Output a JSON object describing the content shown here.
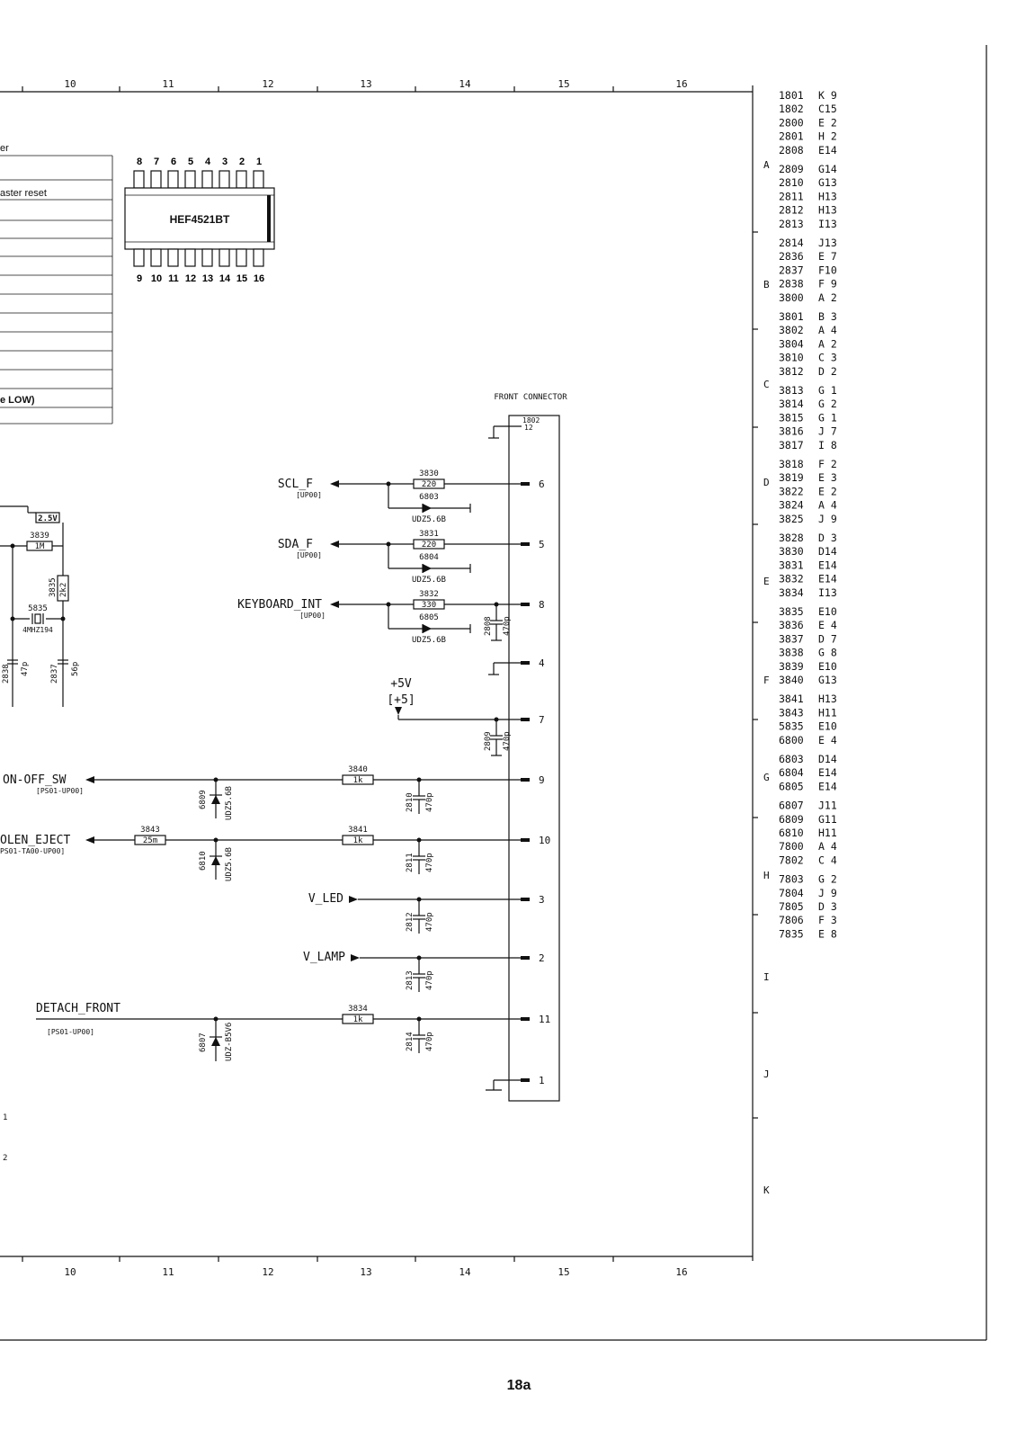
{
  "column_numbers": [
    "10",
    "11",
    "12",
    "13",
    "14",
    "15",
    "16"
  ],
  "row_letters": [
    "A",
    "B",
    "C",
    "D",
    "E",
    "F",
    "G",
    "H",
    "I",
    "J",
    "K"
  ],
  "page_number": "18a",
  "table_fragments": {
    "row1": "er",
    "row2": "aster reset",
    "row_last": "e LOW)"
  },
  "ic": {
    "name": "HEF4521BT",
    "top_pins": [
      "8",
      "7",
      "6",
      "5",
      "4",
      "3",
      "2",
      "1"
    ],
    "bottom_pins": [
      "9",
      "10",
      "11",
      "12",
      "13",
      "14",
      "15",
      "16"
    ]
  },
  "connector": {
    "title": "FRONT CONNECTOR",
    "ref": "1802",
    "ref_pin": "12",
    "pins": [
      "6",
      "5",
      "8",
      "4",
      "7",
      "9",
      "10",
      "3",
      "2",
      "11",
      "1"
    ]
  },
  "signals": {
    "scl": {
      "name": "SCL_F",
      "tag": "[UP00]"
    },
    "sda": {
      "name": "SDA_F",
      "tag": "[UP00]"
    },
    "kbd": {
      "name": "KEYBOARD_INT",
      "tag": "[UP00]"
    },
    "on_off": {
      "name": "ON-OFF_SW",
      "tag": "[PS01-UP00]"
    },
    "eject": {
      "name": "OLEN_EJECT",
      "tag": "PS01-TA00-UP00]"
    },
    "vled": {
      "name": "V_LED"
    },
    "vlamp": {
      "name": "V_LAMP"
    },
    "detach": {
      "name": "DETACH_FRONT",
      "tag": "[PS01-UP00]"
    },
    "plus5": {
      "name": "+5V",
      "tag": "[+5]"
    },
    "v25": {
      "name": "2.5V"
    }
  },
  "components": {
    "r3830": {
      "ref": "3830",
      "val": "220"
    },
    "r3831": {
      "ref": "3831",
      "val": "220"
    },
    "r3832": {
      "ref": "3832",
      "val": "330"
    },
    "r3840": {
      "ref": "3840",
      "val": "1k"
    },
    "r3841": {
      "ref": "3841",
      "val": "1k"
    },
    "r3834": {
      "ref": "3834",
      "val": "1k"
    },
    "r3843": {
      "ref": "3843",
      "val": "25m"
    },
    "r3839": {
      "ref": "3839",
      "val": "1M"
    },
    "r3835": {
      "ref": "3835",
      "val": "2k2"
    },
    "d6803": {
      "ref": "6803",
      "val": "UDZ5.6B"
    },
    "d6804": {
      "ref": "6804",
      "val": "UDZ5.6B"
    },
    "d6805": {
      "ref": "6805",
      "val": "UDZ5.6B"
    },
    "d6809": {
      "ref": "6809",
      "val": "UDZ5.6B"
    },
    "d6810": {
      "ref": "6810",
      "val": "UDZ5.6B"
    },
    "d6807": {
      "ref": "6807",
      "val": "UDZ-B5V6"
    },
    "c2808": {
      "ref": "2808",
      "val": "470p"
    },
    "c2809": {
      "ref": "2809",
      "val": "470p"
    },
    "c2810": {
      "ref": "2810",
      "val": "470p"
    },
    "c2811": {
      "ref": "2811",
      "val": "470p"
    },
    "c2812": {
      "ref": "2812",
      "val": "470p"
    },
    "c2813": {
      "ref": "2813",
      "val": "470p"
    },
    "c2814": {
      "ref": "2814",
      "val": "470p"
    },
    "c2838": {
      "ref": "2838",
      "val": "47p"
    },
    "c2837": {
      "ref": "2837",
      "val": "56p"
    },
    "x5835": {
      "ref": "5835",
      "val": "4MHZ194"
    }
  },
  "margin_notes": [
    "1",
    "2"
  ],
  "index_groups": [
    {
      "row": "A",
      "items": [
        [
          "1801",
          "K 9"
        ],
        [
          "1802",
          "C15"
        ],
        [
          "2800",
          "E 2"
        ],
        [
          "2801",
          "H 2"
        ],
        [
          "2808",
          "E14"
        ]
      ]
    },
    {
      "row": "",
      "items": [
        [
          "2809",
          "G14"
        ],
        [
          "2810",
          "G13"
        ],
        [
          "2811",
          "H13"
        ],
        [
          "2812",
          "H13"
        ],
        [
          "2813",
          "I13"
        ]
      ]
    },
    {
      "row": "B",
      "items": [
        [
          "2814",
          "J13"
        ],
        [
          "2836",
          "E 7"
        ],
        [
          "2837",
          "F10"
        ],
        [
          "2838",
          "F 9"
        ],
        [
          "3800",
          "A 2"
        ]
      ]
    },
    {
      "row": "C",
      "items": [
        [
          "3801",
          "B 3"
        ],
        [
          "3802",
          "A 4"
        ],
        [
          "3804",
          "A 2"
        ],
        [
          "3810",
          "C 3"
        ],
        [
          "3812",
          "D 2"
        ]
      ]
    },
    {
      "row": "D",
      "items": [
        [
          "3813",
          "G 1"
        ],
        [
          "3814",
          "G 2"
        ],
        [
          "3815",
          "G 1"
        ],
        [
          "3816",
          "J 7"
        ],
        [
          "3817",
          "I 8"
        ]
      ]
    },
    {
      "row": "E",
      "items": [
        [
          "3818",
          "F 2"
        ],
        [
          "3819",
          "E 3"
        ],
        [
          "3822",
          "E 2"
        ],
        [
          "3824",
          "A 4"
        ],
        [
          "3825",
          "J 9"
        ]
      ]
    },
    {
      "row": "",
      "items": [
        [
          "3828",
          "D 3"
        ],
        [
          "3830",
          "D14"
        ],
        [
          "3831",
          "E14"
        ],
        [
          "3832",
          "E14"
        ],
        [
          "3834",
          "I13"
        ]
      ]
    },
    {
      "row": "F",
      "items": [
        [
          "3835",
          "E10"
        ],
        [
          "3836",
          "E 4"
        ],
        [
          "3837",
          "D 7"
        ],
        [
          "3838",
          "G 8"
        ],
        [
          "3839",
          "E10"
        ],
        [
          "3840",
          "G13"
        ]
      ]
    },
    {
      "row": "G",
      "items": [
        [
          "3841",
          "H13"
        ],
        [
          "3843",
          "H11"
        ],
        [
          "5835",
          "E10"
        ],
        [
          "6800",
          "E 4"
        ]
      ]
    },
    {
      "row": "",
      "items": [
        [
          "6803",
          "D14"
        ],
        [
          "6804",
          "E14"
        ],
        [
          "6805",
          "E14"
        ]
      ]
    },
    {
      "row": "H",
      "items": [
        [
          "6807",
          "J11"
        ],
        [
          "6809",
          "G11"
        ],
        [
          "6810",
          "H11"
        ],
        [
          "7800",
          "A 4"
        ],
        [
          "7802",
          "C 4"
        ]
      ]
    },
    {
      "row": "I",
      "items": [
        [
          "7803",
          "G 2"
        ],
        [
          "7804",
          "J 9"
        ],
        [
          "7805",
          "D 3"
        ],
        [
          "7806",
          "F 3"
        ],
        [
          "7835",
          "E 8"
        ]
      ]
    },
    {
      "row": "J",
      "items": []
    },
    {
      "row": "K",
      "items": []
    }
  ]
}
